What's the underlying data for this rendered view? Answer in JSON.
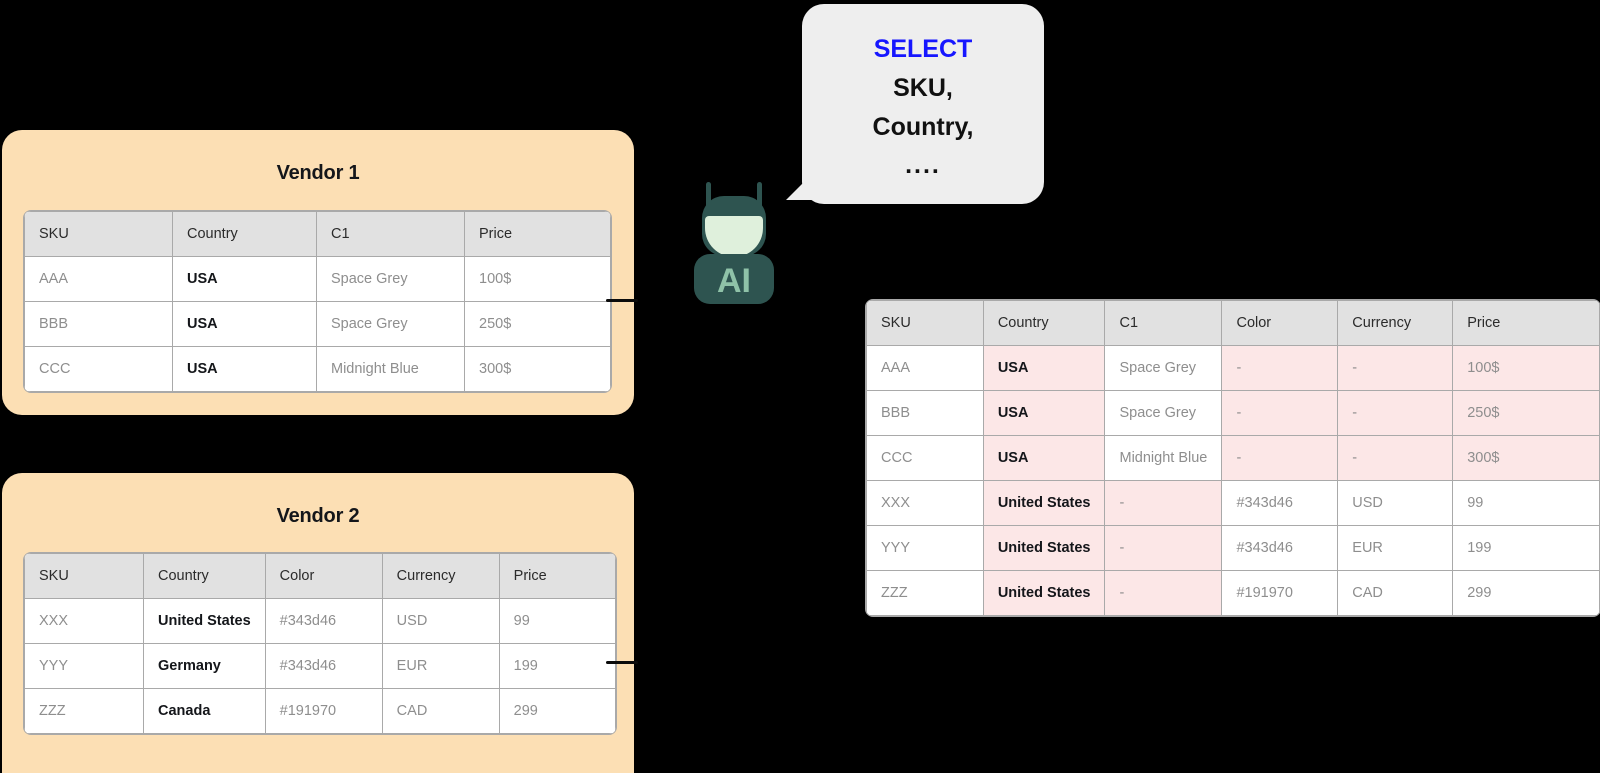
{
  "vendor1": {
    "title": "Vendor 1",
    "columns": [
      "SKU",
      "Country",
      "C1",
      "Price"
    ],
    "rows": [
      [
        "AAA",
        "USA",
        "Space Grey",
        "100$"
      ],
      [
        "BBB",
        "USA",
        "Space Grey",
        "250$"
      ],
      [
        "CCC",
        "USA",
        "Midnight Blue",
        "300$"
      ]
    ],
    "bold_column_index": 1
  },
  "vendor2": {
    "title": "Vendor 2",
    "columns": [
      "SKU",
      "Country",
      "Color",
      "Currency",
      "Price"
    ],
    "rows": [
      [
        "XXX",
        "United States",
        "#343d46",
        "USD",
        "99"
      ],
      [
        "YYY",
        "Germany",
        "#343d46",
        "EUR",
        "199"
      ],
      [
        "ZZZ",
        "Canada",
        "#191970",
        "CAD",
        "299"
      ]
    ],
    "bold_column_index": 1
  },
  "result": {
    "columns": [
      "SKU",
      "Country",
      "C1",
      "Color",
      "Currency",
      "Price"
    ],
    "rows": [
      {
        "cells": [
          "AAA",
          "USA",
          "Space Grey",
          "-",
          "-",
          "100$"
        ],
        "highlight": [
          false,
          true,
          false,
          true,
          true,
          true
        ]
      },
      {
        "cells": [
          "BBB",
          "USA",
          "Space Grey",
          "-",
          "-",
          "250$"
        ],
        "highlight": [
          false,
          true,
          false,
          true,
          true,
          true
        ]
      },
      {
        "cells": [
          "CCC",
          "USA",
          "Midnight Blue",
          "-",
          "-",
          "300$"
        ],
        "highlight": [
          false,
          true,
          false,
          true,
          true,
          true
        ]
      },
      {
        "cells": [
          "XXX",
          "United States",
          "-",
          "#343d46",
          "USD",
          "99"
        ],
        "highlight": [
          false,
          true,
          true,
          false,
          false,
          false
        ]
      },
      {
        "cells": [
          "YYY",
          "United States",
          "-",
          "#343d46",
          "EUR",
          "199"
        ],
        "highlight": [
          false,
          true,
          true,
          false,
          false,
          false
        ]
      },
      {
        "cells": [
          "ZZZ",
          "United States",
          "-",
          "#191970",
          "CAD",
          "299"
        ],
        "highlight": [
          false,
          true,
          true,
          false,
          false,
          false
        ]
      }
    ],
    "bold_column_index": 1
  },
  "speech_bubble": {
    "lines": [
      {
        "text": "SELECT",
        "keyword": true
      },
      {
        "text": "SKU,",
        "keyword": false
      },
      {
        "text": "Country,",
        "keyword": false
      },
      {
        "text": "....",
        "keyword": false
      }
    ]
  },
  "robot": {
    "label": "AI",
    "body_color": "#2e5450",
    "visor_color": "#dff0dc",
    "label_color": "#8fc2a8"
  },
  "colors": {
    "card_background": "#fcdfb4",
    "table_header": "#e1e1e1",
    "highlight_pink": "#fce7e7",
    "keyword_blue": "#1616ff",
    "page_background": "#000000",
    "border": "#a9a9a9"
  }
}
